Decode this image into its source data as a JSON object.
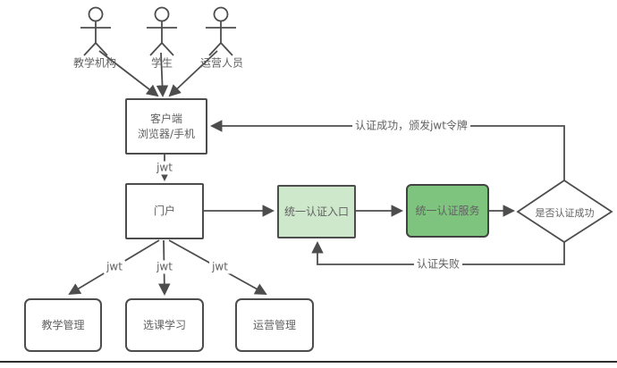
{
  "diagram": {
    "actors": [
      {
        "label": "教学机构"
      },
      {
        "label": "学生"
      },
      {
        "label": "运营人员"
      }
    ],
    "nodes": {
      "client": {
        "title": "客户端",
        "subtitle": "浏览器/手机"
      },
      "portal": {
        "label": "门户"
      },
      "auth_entry": {
        "label": "统一认证入口"
      },
      "auth_service": {
        "label": "统一认证服务"
      },
      "decision": {
        "label": "是否认证成功"
      },
      "teaching": {
        "label": "教学管理"
      },
      "course": {
        "label": "选课学习"
      },
      "operations": {
        "label": "运营管理"
      }
    },
    "edge_labels": {
      "jwt_portal": "jwt",
      "success": "认证成功，颁发jwt令牌",
      "fail": "认证失败",
      "jwt_teaching": "jwt",
      "jwt_course": "jwt",
      "jwt_operations": "jwt"
    },
    "colors": {
      "stroke": "#4d4d4d",
      "text": "#616161",
      "entry_fill": "#cde8cb",
      "service_fill": "#7ec47f"
    }
  }
}
